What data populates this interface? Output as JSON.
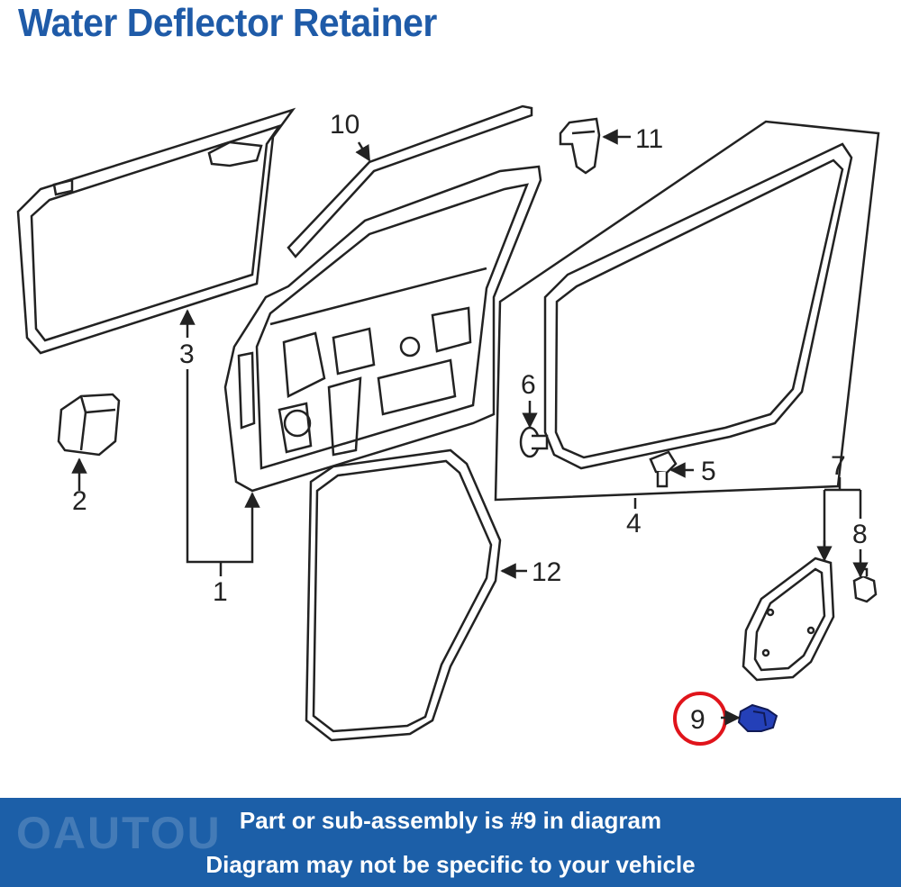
{
  "title": "Water Deflector Retainer",
  "callouts": {
    "c1": "1",
    "c2": "2",
    "c3": "3",
    "c4": "4",
    "c5": "5",
    "c6": "6",
    "c7": "7",
    "c8": "8",
    "c9": "9",
    "c10": "10",
    "c11": "11",
    "c12": "12"
  },
  "highlight": {
    "label": "9",
    "ring_color": "#e0141b",
    "part_color": "#2440b8"
  },
  "banner": {
    "line1": "Part or sub-assembly is #9 in diagram",
    "line2": "Diagram may not be specific to your vehicle",
    "background": "#1c5fa8"
  },
  "watermark": "OAUTOU"
}
